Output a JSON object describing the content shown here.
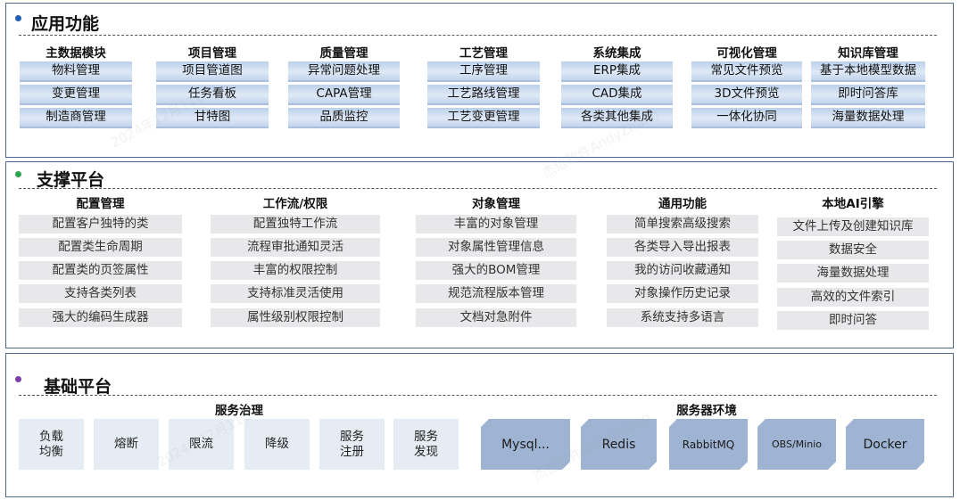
{
  "colors": {
    "border": "#4a6b8e",
    "bullet_blue": "#1f5fb5",
    "bullet_green": "#2ea44f",
    "bullet_purple": "#7e3ea8",
    "chip_blue": "#cddcf0",
    "chip_grey": "#e8e8ea",
    "server_box": "#9fb4d2"
  },
  "application": {
    "title": "应用功能",
    "columns": [
      {
        "header": "主数据模块",
        "items": [
          "物料管理",
          "变更管理",
          "制造商管理"
        ]
      },
      {
        "header": "项目管理",
        "items": [
          "项目管道图",
          "任务看板",
          "甘特图"
        ]
      },
      {
        "header": "质量管理",
        "items": [
          "异常问题处理",
          "CAPA管理",
          "品质监控"
        ]
      },
      {
        "header": "工艺管理",
        "items": [
          "工序管理",
          "工艺路线管理",
          "工艺变更管理"
        ]
      },
      {
        "header": "系统集成",
        "items": [
          "ERP集成",
          "CAD集成",
          "各类其他集成"
        ]
      },
      {
        "header": "可视化管理",
        "items": [
          "常见文件预览",
          "3D文件预览",
          "一体化协同"
        ]
      },
      {
        "header": "知识库管理",
        "items": [
          "基于本地模型数据",
          "即时问答库",
          "海量数据处理"
        ]
      }
    ]
  },
  "support": {
    "title": "支撑平台",
    "columns": [
      {
        "header": "配置管理",
        "items": [
          "配置客户独特的类",
          "配置类生命周期",
          "配置类的页签属性",
          "支持各类列表",
          "强大的编码生成器"
        ]
      },
      {
        "header": "工作流/权限",
        "items": [
          "配置独特工作流",
          "流程审批通知灵活",
          "丰富的权限控制",
          "支持标准灵活使用",
          "属性级别权限控制"
        ]
      },
      {
        "header": "对象管理",
        "items": [
          "丰富的对象管理",
          "对象属性管理信息",
          "强大的BOM管理",
          "规范流程版本管理",
          "文档对急附件"
        ]
      },
      {
        "header": "通用功能",
        "items": [
          "简单搜索高级搜索",
          "各类导入导出报表",
          "我的访问收藏通知",
          "对象操作历史记录",
          "系统支持多语言"
        ]
      },
      {
        "header": "本地AI引擎",
        "items": [
          "文件上传及创建知识库",
          "数据安全",
          "海量数据处理",
          "高效的文件索引",
          "即时问答"
        ]
      }
    ]
  },
  "base": {
    "title": "基础平台",
    "governance_header": "服务治理",
    "governance_items": [
      [
        "负载",
        "均衡"
      ],
      [
        "熔断"
      ],
      [
        "限流"
      ],
      [
        "降级"
      ],
      [
        "服务",
        "注册"
      ],
      [
        "服务",
        "发现"
      ]
    ],
    "server_header": "服务器环境",
    "servers": [
      "Mysql...",
      "Redis",
      "RabbitMQ",
      "OBS/Minio",
      "Docker"
    ]
  },
  "watermark_text": [
    "2024年12月11日",
    "杰信软件AndyZhang"
  ]
}
